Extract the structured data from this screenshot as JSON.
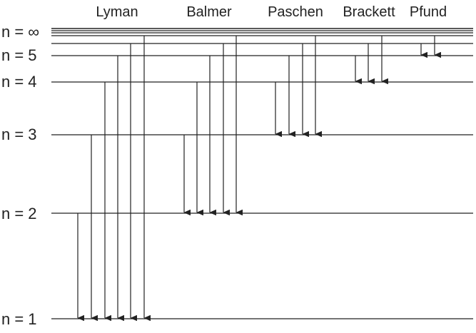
{
  "series_headings": [
    {
      "id": "lyman",
      "label": "Lyman"
    },
    {
      "id": "balmer",
      "label": "Balmer"
    },
    {
      "id": "paschen",
      "label": "Paschen"
    },
    {
      "id": "brackett",
      "label": "Brackett"
    },
    {
      "id": "pfund",
      "label": "Pfund"
    }
  ],
  "level_labels": [
    {
      "id": "n-inf",
      "label": "n = ∞"
    },
    {
      "id": "n5",
      "label": "n = 5"
    },
    {
      "id": "n4",
      "label": "n = 4"
    },
    {
      "id": "n3",
      "label": "n = 3"
    },
    {
      "id": "n2",
      "label": "n = 2"
    },
    {
      "id": "n1",
      "label": "n = 1"
    }
  ],
  "energy_levels": [
    {
      "n": 1
    },
    {
      "n": 2
    },
    {
      "n": 3
    },
    {
      "n": 4
    },
    {
      "n": 5
    },
    {
      "n": 6
    },
    {
      "n": 7
    },
    {
      "n": "inf"
    }
  ],
  "transitions": [
    {
      "series": "lyman",
      "lower": 1,
      "uppers": [
        2,
        3,
        4,
        5,
        6,
        7
      ]
    },
    {
      "series": "balmer",
      "lower": 2,
      "uppers": [
        3,
        4,
        5,
        6,
        7
      ]
    },
    {
      "series": "paschen",
      "lower": 3,
      "uppers": [
        4,
        5,
        6,
        7
      ]
    },
    {
      "series": "brackett",
      "lower": 4,
      "uppers": [
        5,
        6,
        7
      ]
    },
    {
      "series": "pfund",
      "lower": 5,
      "uppers": [
        6,
        7
      ]
    }
  ],
  "colors": {
    "line": "#222222",
    "text": "#222222",
    "background": "#ffffff"
  }
}
